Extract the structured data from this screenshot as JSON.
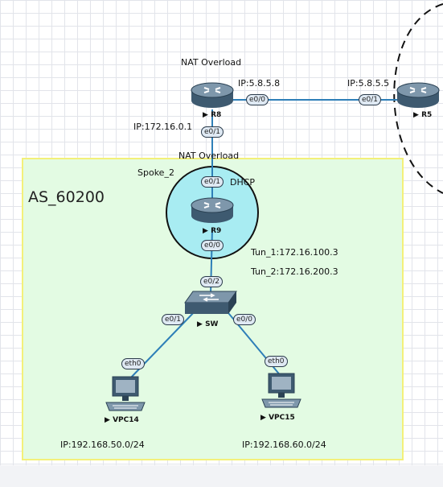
{
  "as_label": "AS_60200",
  "devices": {
    "r8": {
      "name": "R8",
      "nat_label": "NAT Overload",
      "ip_wan": "IP:5.8.5.8",
      "ip_lan": "IP:172.16.0.1"
    },
    "r5": {
      "name": "R5",
      "ip_wan": "IP:5.8.5.5"
    },
    "r9": {
      "name": "R9",
      "nat_label": "NAT Overload",
      "role": "Spoke_2",
      "dhcp": "DHCP",
      "tun1": "Tun_1:172.16.100.3",
      "tun2": "Tun_2:172.16.200.3"
    },
    "sw": {
      "name": "SW"
    },
    "vpc14": {
      "name": "VPC14",
      "net": "IP:192.168.50.0/24"
    },
    "vpc15": {
      "name": "VPC15",
      "net": "IP:192.168.60.0/24"
    }
  },
  "interfaces": {
    "r8_e00": "e0/0",
    "r5_e01": "e0/1",
    "r8_e01": "e0/1",
    "r9_e01": "e0/1",
    "r9_e00": "e0/0",
    "sw_e02": "e0/2",
    "sw_e01": "e0/1",
    "sw_e00": "e0/0",
    "vpc14_eth0": "eth0",
    "vpc15_eth0": "eth0"
  },
  "colors": {
    "link": "#2e7fb8",
    "as_fill": "#e3fbe3",
    "as_border": "#f3f07a",
    "spoke_fill": "#a8ecf2",
    "router_top": "#7e97ab",
    "router_side": "#3e5a70"
  },
  "icons": {
    "router": "router-icon",
    "switch": "switch-icon",
    "pc": "pc-icon"
  }
}
